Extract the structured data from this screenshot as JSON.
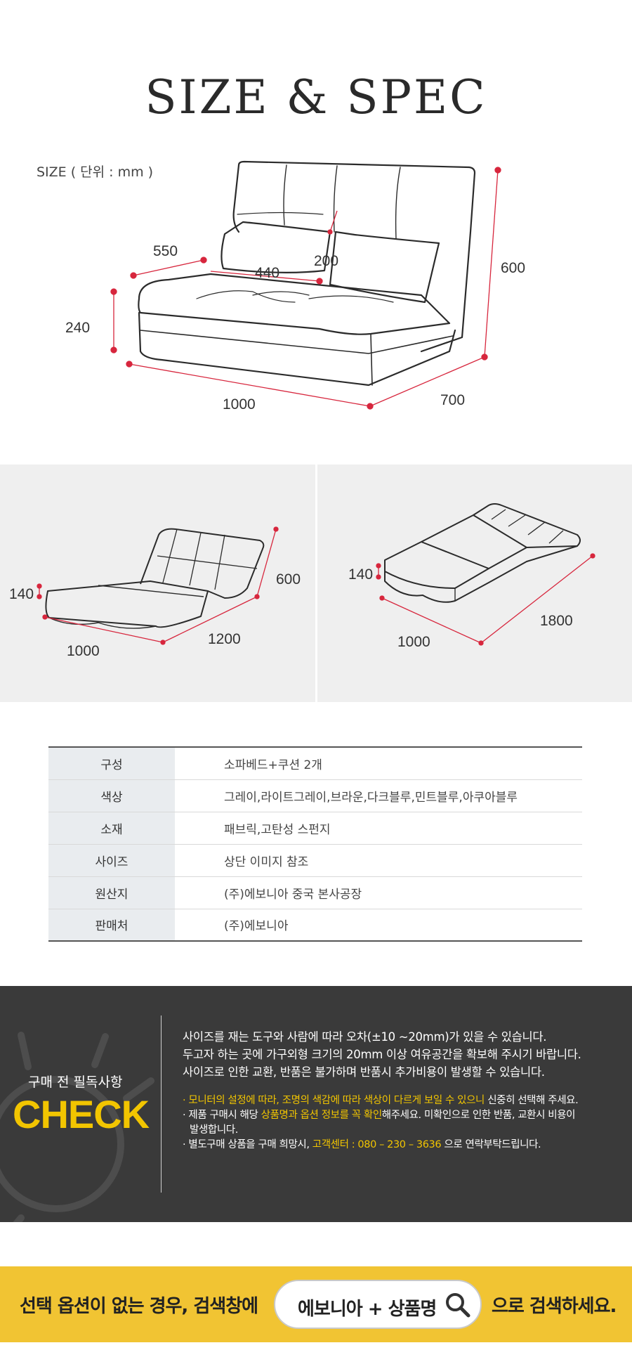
{
  "header": {
    "title": "SIZE & SPEC",
    "unit_note": "SIZE ( 단위 : mm )"
  },
  "main_diagram": {
    "dims": {
      "depth": "550",
      "cushion_width": "440",
      "cushion_height": "200",
      "height": "600",
      "seat_height": "240",
      "width": "1000",
      "length": "700"
    }
  },
  "panel_left": {
    "dims": {
      "thickness": "140",
      "height": "600",
      "width": "1000",
      "length": "1200"
    }
  },
  "panel_right": {
    "dims": {
      "thickness": "140",
      "width": "1000",
      "length": "1800"
    }
  },
  "spec": {
    "rows": [
      {
        "key": "구성",
        "value": "소파베드+쿠션 2개"
      },
      {
        "key": "색상",
        "value": "그레이,라이트그레이,브라운,다크블루,민트블루,아쿠아블루"
      },
      {
        "key": "소재",
        "value": "패브릭,고탄성 스펀지"
      },
      {
        "key": "사이즈",
        "value": "상단 이미지 참조"
      },
      {
        "key": "원산지",
        "value": "(주)에보니아 중국 본사공장"
      },
      {
        "key": "판매처",
        "value": "(주)에보니아"
      }
    ]
  },
  "check": {
    "subtitle": "구매 전 필독사항",
    "title": "CHECK",
    "lines": [
      "사이즈를 재는 도구와 사람에 따라 오차(±10 ~20mm)가 있을 수 있습니다.",
      "두고자 하는 곳에 가구외형 크기의 20mm 이상 여유공간을 확보해 주시기 바랍니다.",
      "사이즈로 인한 교환, 반품은 불가하며 반품시 추가비용이 발생할 수 있습니다."
    ],
    "note1_highlight": "· 모니터의 설정에 따라, 조명의 색감에 따라 색상이 다르게 보일 수 있으니",
    "note1_rest": " 신중히 선택해 주세요.",
    "note2_a": "· 제품 구매시 해당 ",
    "note2_highlight": "상품명과 옵션 정보를 꼭 확인",
    "note2_b": "해주세요. 미확인으로 인한 반품, 교환시 비용이",
    "note2_c": "발생합니다.",
    "note3_a": "· 별도구매 상품을 구매 희망시, ",
    "note3_highlight": "고객센터 : 080 – 230 – 3636",
    "note3_b": " 으로 연락부탁드립니다."
  },
  "banner": {
    "left_text": "선택 옵션이 없는 경우, 검색창에",
    "search_text": "에보니아 + 상품명",
    "right_text": "으로 검색하세요."
  },
  "colors": {
    "accent": "#f2c500",
    "banner_bg": "#f1c433",
    "dark_bg": "#3a3a3a",
    "dim_dot": "#d7263d"
  }
}
